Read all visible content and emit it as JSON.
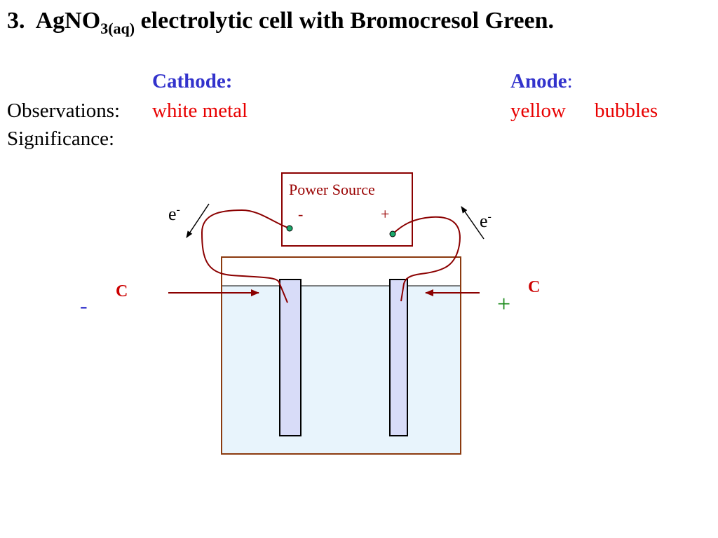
{
  "title": {
    "number": "3.",
    "formula_main": "AgNO",
    "formula_sub": "3(aq)",
    "rest": "electrolytic cell with Bromocresol Green."
  },
  "table": {
    "cathode_header": "Cathode:",
    "anode_header": "Anode",
    "anode_colon": ":",
    "observations_label": "Observations:",
    "significance_label": "Significance:",
    "cathode_observation": "white metal",
    "anode_observation_1": "yellow",
    "anode_observation_2": "bubbles"
  },
  "diagram": {
    "power_source_label": "Power Source",
    "negative_terminal": "-",
    "positive_terminal": "+",
    "electron_left": "e",
    "electron_left_sup": "-",
    "electron_right": "e",
    "electron_right_sup": "-",
    "left_electrode_label": "C",
    "right_electrode_label": "C",
    "left_sign": "-",
    "right_sign": "+"
  },
  "colors": {
    "header_blue": "#3333cc",
    "observation_red": "#e80000",
    "wire": "#8b0000",
    "beaker_border": "#8b3a0f",
    "solution": "#e8f4fc",
    "electrode_fill": "#d8dcf8",
    "terminal_dot": "#1aa86a",
    "plus_green": "#1a8a1a"
  }
}
